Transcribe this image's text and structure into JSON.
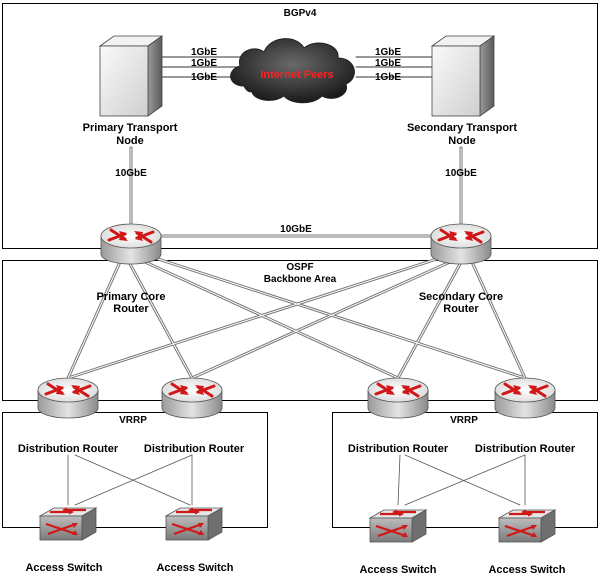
{
  "zones": {
    "bgp": "BGPv4",
    "ospf_line1": "OSPF",
    "ospf_line2": "Backbone Area",
    "vrrp_left": "VRRP",
    "vrrp_right": "VRRP"
  },
  "cloud": {
    "label": "Internet Peers"
  },
  "transport": {
    "primary_line1": "Primary Transport",
    "primary_line2": "Node",
    "secondary_line1": "Secondary Transport",
    "secondary_line2": "Node"
  },
  "links": {
    "gbe_1": "1GbE",
    "gbe_10_primary": "10GbE",
    "gbe_10_secondary": "10GbE",
    "gbe_10_core": "10GbE"
  },
  "core": {
    "primary_line1": "Primary Core",
    "primary_line2": "Router",
    "secondary_line1": "Secondary Core",
    "secondary_line2": "Router"
  },
  "distribution": {
    "label": "Distribution Router"
  },
  "access": {
    "label": "Access Switch"
  },
  "colors": {
    "router_red": "#d01818",
    "cloud_text": "#ff2020",
    "zone_border": "#000000"
  }
}
